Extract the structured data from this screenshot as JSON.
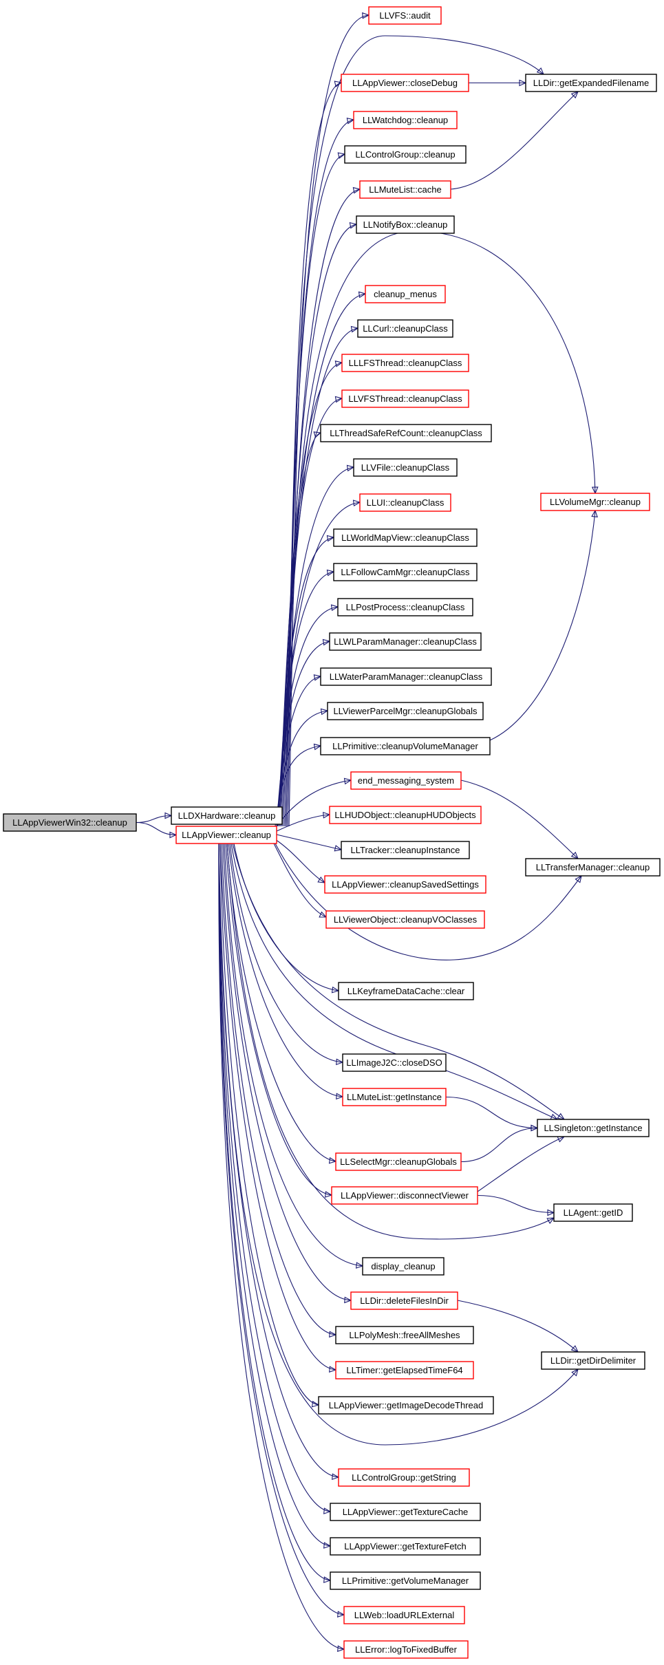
{
  "colors": {
    "edge": "#191970",
    "node_border": "#000000",
    "truncated_border": "#ff0000",
    "root_fill": "#bfbfbf",
    "background": "#ffffff"
  },
  "nodes": {
    "root": "LLAppViewerWin32::cleanup",
    "dxhw": "LLDXHardware::cleanup",
    "appcleanup": "LLAppViewer::cleanup",
    "vfsaudit": "LLVFS::audit",
    "closedebug": "LLAppViewer::closeDebug",
    "expfname": "LLDir::getExpandedFilename",
    "watchdog": "LLWatchdog::cleanup",
    "ctrlgroup": "LLControlGroup::cleanup",
    "mutecache": "LLMuteList::cache",
    "notifybox": "LLNotifyBox::cleanup",
    "menus": "cleanup_menus",
    "curl": "LLCurl::cleanupClass",
    "lfsthread": "LLLFSThread::cleanupClass",
    "vfsthread": "LLVFSThread::cleanupClass",
    "tsrc": "LLThreadSafeRefCount::cleanupClass",
    "vfile": "LLVFile::cleanupClass",
    "ui": "LLUI::cleanupClass",
    "worldmap": "LLWorldMapView::cleanupClass",
    "followcam": "LLFollowCamMgr::cleanupClass",
    "postprocess": "LLPostProcess::cleanupClass",
    "wlparam": "LLWLParamManager::cleanupClass",
    "waterparam": "LLWaterParamManager::cleanupClass",
    "parcelmgr": "LLViewerParcelMgr::cleanupGlobals",
    "primvolmgr": "LLPrimitive::cleanupVolumeManager",
    "volumemgr": "LLVolumeMgr::cleanup",
    "endmsg": "end_messaging_system",
    "hudobject": "LLHUDObject::cleanupHUDObjects",
    "tracker": "LLTracker::cleanupInstance",
    "savedsettings": "LLAppViewer::cleanupSavedSettings",
    "voclasses": "LLViewerObject::cleanupVOClasses",
    "transfermgr": "LLTransferManager::cleanup",
    "keyframe": "LLKeyframeDataCache::clear",
    "j2c": "LLImageJ2C::closeDSO",
    "muteinst": "LLMuteList::getInstance",
    "singleton": "LLSingleton::getInstance",
    "selectmgr": "LLSelectMgr::cleanupGlobals",
    "disconnect": "LLAppViewer::disconnectViewer",
    "agentid": "LLAgent::getID",
    "displaycleanup": "display_cleanup",
    "deletefiles": "LLDir::deleteFilesInDir",
    "dirdelim": "LLDir::getDirDelimiter",
    "polymesh": "LLPolyMesh::freeAllMeshes",
    "timer": "LLTimer::getElapsedTimeF64",
    "imgdecode": "LLAppViewer::getImageDecodeThread",
    "ctrlstring": "LLControlGroup::getString",
    "texcache": "LLAppViewer::getTextureCache",
    "texfetch": "LLAppViewer::getTextureFetch",
    "getvolmgr": "LLPrimitive::getVolumeManager",
    "loadurl": "LLWeb::loadURLExternal",
    "logerror": "LLError::logToFixedBuffer"
  }
}
